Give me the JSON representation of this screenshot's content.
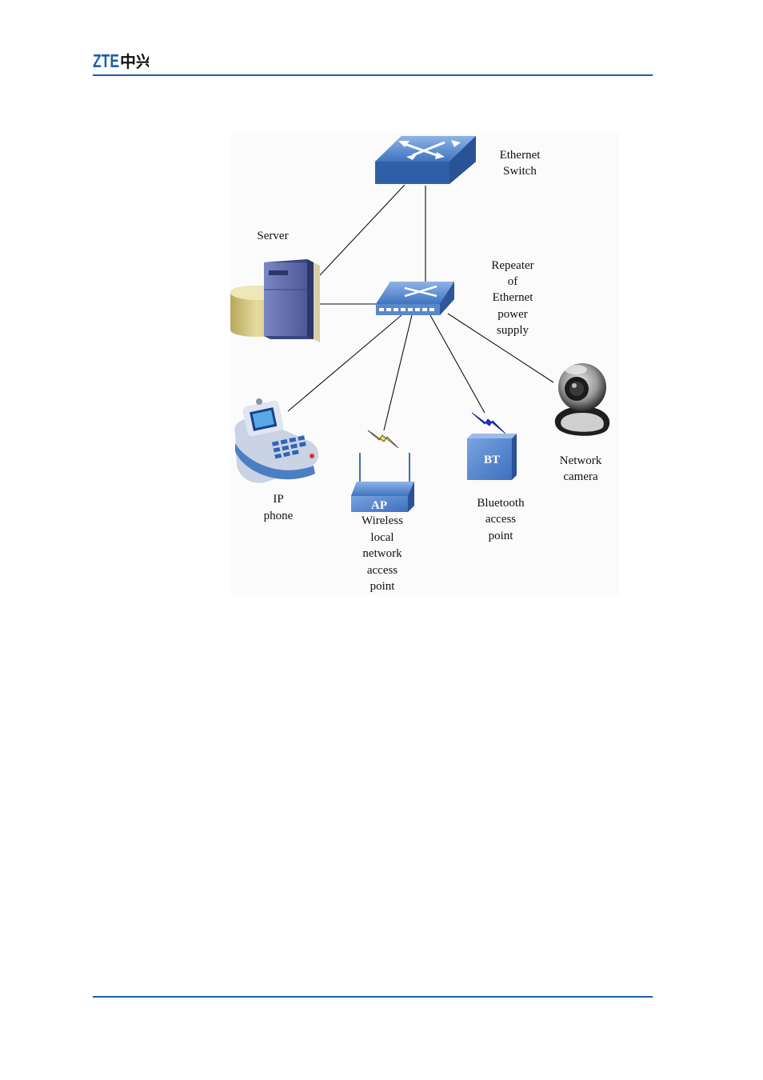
{
  "header": {
    "logo_latin": "ZTE",
    "logo_cjk": "中兴"
  },
  "diagram": {
    "switch_label": [
      "Ethernet",
      "Switch"
    ],
    "server_label": [
      "Server"
    ],
    "repeater_label": [
      "Repeater",
      "of",
      "Ethernet",
      "power",
      "supply"
    ],
    "ip_phone_label": [
      "IP",
      "phone"
    ],
    "wlan_ap_label": [
      "Wireless",
      "local",
      "network",
      "access",
      "point"
    ],
    "ap_badge": "AP",
    "bt_label": [
      "Bluetooth",
      "access",
      "point"
    ],
    "bt_badge": "BT",
    "camera_label": [
      "Network",
      "camera"
    ]
  },
  "colors": {
    "brand_blue": "#1d5fa8",
    "device_blue": "#4a7fc4",
    "server_purple": "#5a66a8",
    "signal_yellow": "#f2e12a",
    "signal_blue": "#1b2fd0"
  }
}
